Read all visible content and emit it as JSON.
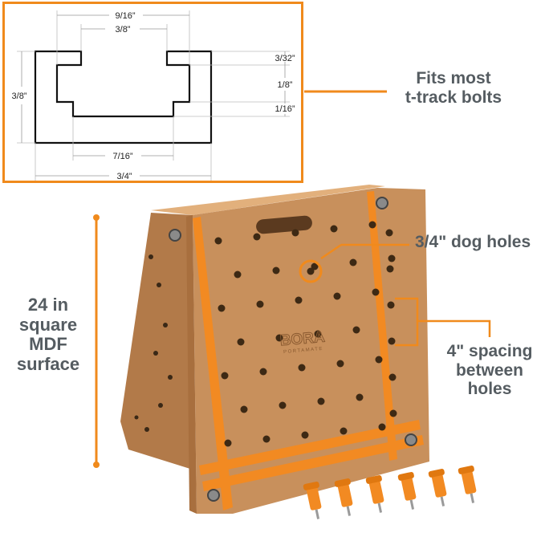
{
  "inset": {
    "dims": {
      "top_outer": "9/16”",
      "top_inner": "3/8”",
      "left_height": "3/8”",
      "right_1": "3/32”",
      "right_2": "1/8”",
      "right_3": "1/16”",
      "bottom_inner": "7/16”",
      "bottom_outer": "3/4”"
    }
  },
  "callouts": {
    "fits_line1": "Fits most",
    "fits_line2": "t-track bolts",
    "dog_holes": "3/4\" dog holes",
    "spacing_line1": "4\" spacing",
    "spacing_line2": "between",
    "spacing_line3": "holes",
    "size_line1": "24 in",
    "size_line2": "square",
    "size_line3": "MDF",
    "size_line4": "surface"
  },
  "logo": {
    "brand": "BORA",
    "tagline": "PORTAMATE"
  },
  "colors": {
    "accent": "#f08a1c",
    "callout_text": "#555c61",
    "mdf": "#c8905c",
    "mdf_dark": "#b07848",
    "track": "#f28a22"
  },
  "icons": [
    "bench-dog-icon"
  ]
}
